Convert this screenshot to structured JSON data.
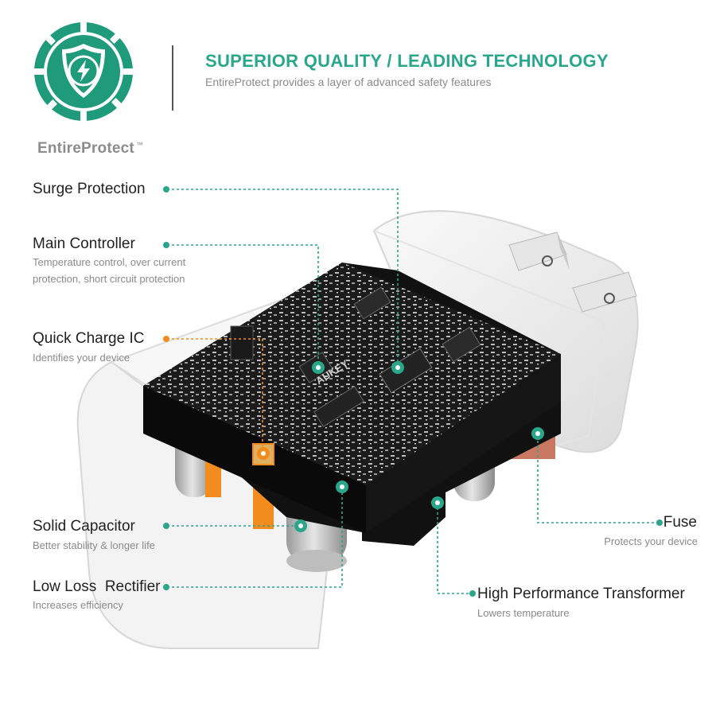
{
  "brand": {
    "name": "EntireProtect",
    "tm": "™",
    "badge_icon": "shield-lightning-icon"
  },
  "header": {
    "title": "SUPERIOR QUALITY / LEADING TECHNOLOGY",
    "subtitle": "EntireProtect provides a layer of advanced safety features"
  },
  "colors": {
    "accent": "#2aa68a",
    "orange": "#f28c1e",
    "badge_green": "#1f9a7a"
  },
  "product_text": {
    "pcb_brand": "AUKEY"
  },
  "features": [
    {
      "name": "Surge Protection",
      "desc": ""
    },
    {
      "name": "Main Controller",
      "desc": "Temperature control, over current",
      "desc2": "protection, short circuit protection"
    },
    {
      "name": "Quick Charge IC",
      "desc": "Identifies your device"
    },
    {
      "name": "Solid Capacitor",
      "desc": "Better stability & longer life"
    },
    {
      "name": "Low Loss  Rectifier",
      "desc": "Increases efficiency"
    },
    {
      "name": "Fuse",
      "desc": "Protects your device"
    },
    {
      "name": "High Performance Transformer",
      "desc": "Lowers temperature"
    }
  ]
}
